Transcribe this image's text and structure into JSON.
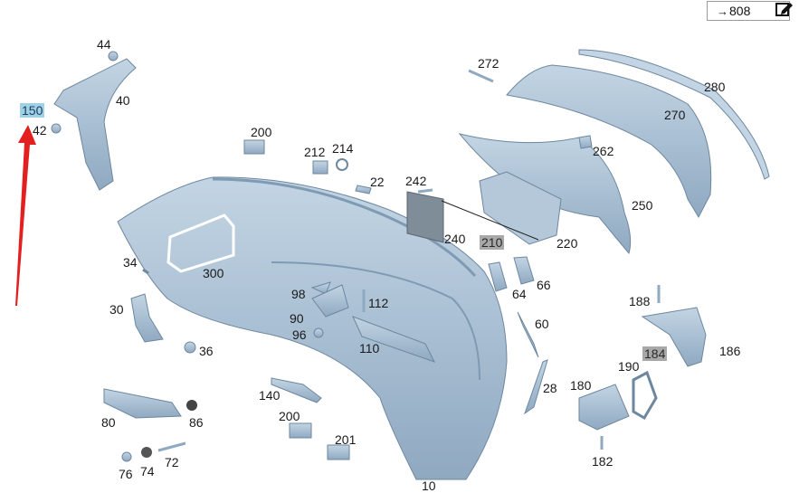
{
  "reference": {
    "arrow": "→",
    "number": "808"
  },
  "labels": [
    {
      "id": "44",
      "text": "44",
      "style": "plain"
    },
    {
      "id": "40",
      "text": "40",
      "style": "plain"
    },
    {
      "id": "150",
      "text": "150",
      "style": "selected"
    },
    {
      "id": "42",
      "text": "42",
      "style": "plain"
    },
    {
      "id": "200a",
      "text": "200",
      "style": "plain"
    },
    {
      "id": "212",
      "text": "212",
      "style": "plain"
    },
    {
      "id": "214",
      "text": "214",
      "style": "plain"
    },
    {
      "id": "22",
      "text": "22",
      "style": "plain"
    },
    {
      "id": "242",
      "text": "242",
      "style": "plain"
    },
    {
      "id": "240",
      "text": "240",
      "style": "plain"
    },
    {
      "id": "210",
      "text": "210",
      "style": "highlighted"
    },
    {
      "id": "220",
      "text": "220",
      "style": "plain"
    },
    {
      "id": "272",
      "text": "272",
      "style": "plain"
    },
    {
      "id": "280",
      "text": "280",
      "style": "plain"
    },
    {
      "id": "270",
      "text": "270",
      "style": "plain"
    },
    {
      "id": "262",
      "text": "262",
      "style": "plain"
    },
    {
      "id": "250",
      "text": "250",
      "style": "plain"
    },
    {
      "id": "34",
      "text": "34",
      "style": "plain"
    },
    {
      "id": "300",
      "text": "300",
      "style": "plain"
    },
    {
      "id": "30",
      "text": "30",
      "style": "plain"
    },
    {
      "id": "36",
      "text": "36",
      "style": "plain"
    },
    {
      "id": "98",
      "text": "98",
      "style": "plain"
    },
    {
      "id": "112",
      "text": "112",
      "style": "plain"
    },
    {
      "id": "90",
      "text": "90",
      "style": "plain"
    },
    {
      "id": "96",
      "text": "96",
      "style": "plain"
    },
    {
      "id": "110",
      "text": "110",
      "style": "plain"
    },
    {
      "id": "64",
      "text": "64",
      "style": "plain"
    },
    {
      "id": "66",
      "text": "66",
      "style": "plain"
    },
    {
      "id": "60",
      "text": "60",
      "style": "plain"
    },
    {
      "id": "188",
      "text": "188",
      "style": "plain"
    },
    {
      "id": "184",
      "text": "184",
      "style": "highlighted"
    },
    {
      "id": "186",
      "text": "186",
      "style": "plain"
    },
    {
      "id": "190",
      "text": "190",
      "style": "plain"
    },
    {
      "id": "180",
      "text": "180",
      "style": "plain"
    },
    {
      "id": "28",
      "text": "28",
      "style": "plain"
    },
    {
      "id": "182",
      "text": "182",
      "style": "plain"
    },
    {
      "id": "140",
      "text": "140",
      "style": "plain"
    },
    {
      "id": "80",
      "text": "80",
      "style": "plain"
    },
    {
      "id": "86",
      "text": "86",
      "style": "plain"
    },
    {
      "id": "200b",
      "text": "200",
      "style": "plain"
    },
    {
      "id": "201",
      "text": "201",
      "style": "plain"
    },
    {
      "id": "72",
      "text": "72",
      "style": "plain"
    },
    {
      "id": "76",
      "text": "76",
      "style": "plain"
    },
    {
      "id": "74",
      "text": "74",
      "style": "plain"
    },
    {
      "id": "10",
      "text": "10",
      "style": "plain"
    }
  ],
  "colors": {
    "part": "#a9c1d6",
    "part_dark": "#7f9bb4",
    "outline": "#5f7a93",
    "selected_bg": "#9fd2e6",
    "highlight_bg": "#a8a8a8",
    "pointer": "#e32020"
  },
  "icons": {
    "edit": "edit-pencil-icon",
    "pointer": "red-arrow-icon"
  }
}
